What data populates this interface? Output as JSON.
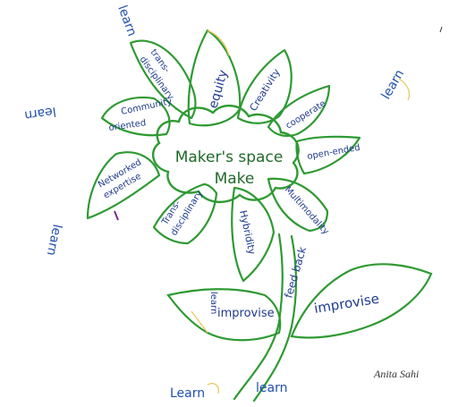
{
  "colors": {
    "outline": "#2e9a32",
    "center_text": "#1f6b2a",
    "petal_text": "#1f3a8f",
    "learn_text": "#1f4fb0",
    "accent_yellow": "#e8c55a",
    "signature": "#333333"
  },
  "center": {
    "title": "Maker's space",
    "subtitle": "Make"
  },
  "petals": {
    "equity": "equity",
    "creativity": "Creativity",
    "cooperate": "cooperate",
    "open_ended": "open-ended",
    "multimodality": "Multimodality",
    "hybridity": "Hybridity",
    "trans_left": [
      "Trans-",
      "disciplinary"
    ],
    "trans_top": [
      "trans-",
      "disciplinary"
    ],
    "community": [
      "Community",
      "oriented"
    ],
    "networked": [
      "Networked",
      "expertise"
    ]
  },
  "stem": {
    "feedback": "feed back"
  },
  "leaves": {
    "left": "improvise",
    "right": "improvise",
    "left_edge": "learn"
  },
  "margin_words": {
    "top_left": "learn",
    "upper_left": "learn",
    "mid_left": "learn",
    "upper_right": "learn",
    "bottom_1": "Learn",
    "bottom_2": "learn"
  },
  "signature": "Anita Sahi"
}
